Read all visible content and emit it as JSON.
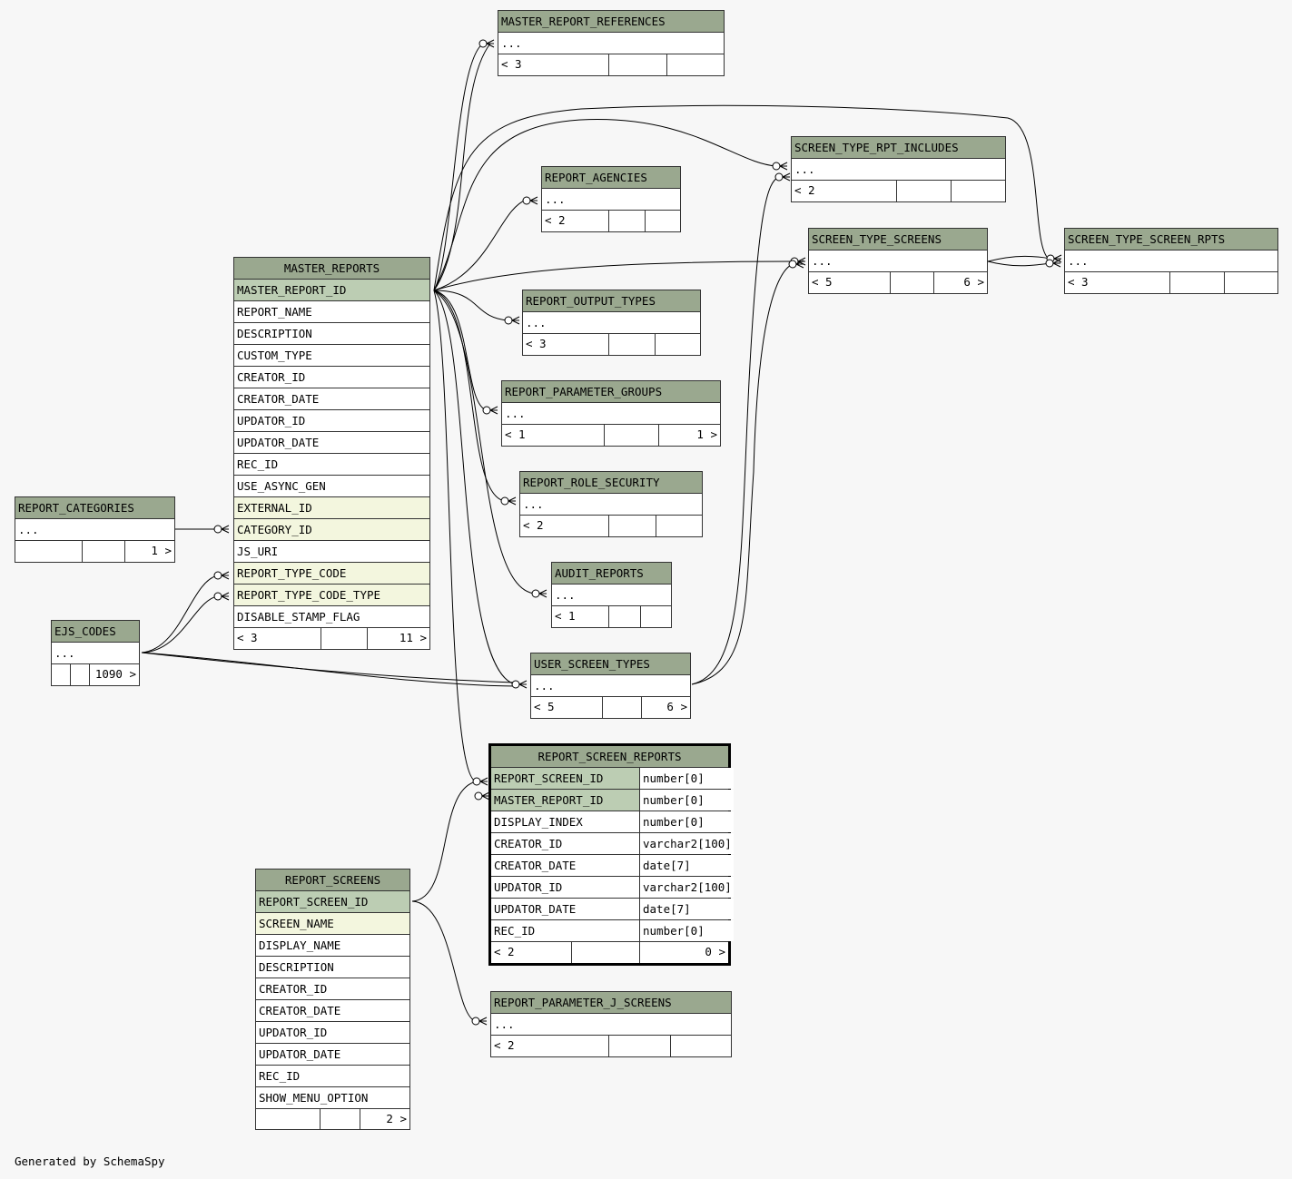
{
  "footer_text": "Generated by SchemaSpy",
  "tables": {
    "master_report_references": {
      "name": "MASTER_REPORT_REFERENCES",
      "rows": [
        "..."
      ],
      "footer": [
        "< 3",
        "",
        ""
      ]
    },
    "screen_type_rpt_includes": {
      "name": "SCREEN_TYPE_RPT_INCLUDES",
      "rows": [
        "..."
      ],
      "footer": [
        "< 2",
        "",
        ""
      ]
    },
    "report_agencies": {
      "name": "REPORT_AGENCIES",
      "rows": [
        "..."
      ],
      "footer": [
        "< 2",
        "",
        ""
      ]
    },
    "screen_type_screens": {
      "name": "SCREEN_TYPE_SCREENS",
      "rows": [
        "..."
      ],
      "footer": [
        "< 5",
        "",
        "6 >"
      ]
    },
    "screen_type_screen_rpts": {
      "name": "SCREEN_TYPE_SCREEN_RPTS",
      "rows": [
        "..."
      ],
      "footer": [
        "< 3",
        "",
        ""
      ]
    },
    "master_reports": {
      "name": "MASTER_REPORTS",
      "rows": [
        "MASTER_REPORT_ID",
        "REPORT_NAME",
        "DESCRIPTION",
        "CUSTOM_TYPE",
        "CREATOR_ID",
        "CREATOR_DATE",
        "UPDATOR_ID",
        "UPDATOR_DATE",
        "REC_ID",
        "USE_ASYNC_GEN",
        "EXTERNAL_ID",
        "CATEGORY_ID",
        "JS_URI",
        "REPORT_TYPE_CODE",
        "REPORT_TYPE_CODE_TYPE",
        "DISABLE_STAMP_FLAG"
      ],
      "footer": [
        "< 3",
        "",
        "11 >"
      ]
    },
    "report_output_types": {
      "name": "REPORT_OUTPUT_TYPES",
      "rows": [
        "..."
      ],
      "footer": [
        "< 3",
        "",
        ""
      ]
    },
    "report_parameter_groups": {
      "name": "REPORT_PARAMETER_GROUPS",
      "rows": [
        "..."
      ],
      "footer": [
        "< 1",
        "",
        "1 >"
      ]
    },
    "report_role_security": {
      "name": "REPORT_ROLE_SECURITY",
      "rows": [
        "..."
      ],
      "footer": [
        "< 2",
        "",
        ""
      ]
    },
    "report_categories": {
      "name": "REPORT_CATEGORIES",
      "rows": [
        "..."
      ],
      "footer": [
        "",
        "",
        "1 >"
      ]
    },
    "audit_reports": {
      "name": "AUDIT_REPORTS",
      "rows": [
        "..."
      ],
      "footer": [
        "< 1",
        "",
        ""
      ]
    },
    "ejs_codes": {
      "name": "EJS_CODES",
      "rows": [
        "..."
      ],
      "footer": [
        "",
        "",
        "1090 >"
      ]
    },
    "user_screen_types": {
      "name": "USER_SCREEN_TYPES",
      "rows": [
        "..."
      ],
      "footer": [
        "< 5",
        "",
        "6 >"
      ]
    },
    "report_screen_reports": {
      "name": "REPORT_SCREEN_REPORTS",
      "rows": [
        "REPORT_SCREEN_ID",
        "MASTER_REPORT_ID",
        "DISPLAY_INDEX",
        "CREATOR_ID",
        "CREATOR_DATE",
        "UPDATOR_ID",
        "UPDATOR_DATE",
        "REC_ID"
      ],
      "types": [
        "number[0]",
        "number[0]",
        "number[0]",
        "varchar2[100]",
        "date[7]",
        "varchar2[100]",
        "date[7]",
        "number[0]"
      ],
      "footer": [
        "< 2",
        "",
        "0 >"
      ]
    },
    "report_screens": {
      "name": "REPORT_SCREENS",
      "rows": [
        "REPORT_SCREEN_ID",
        "SCREEN_NAME",
        "DISPLAY_NAME",
        "DESCRIPTION",
        "CREATOR_ID",
        "CREATOR_DATE",
        "UPDATOR_ID",
        "UPDATOR_DATE",
        "REC_ID",
        "SHOW_MENU_OPTION"
      ],
      "footer": [
        "",
        "",
        "2 >"
      ]
    },
    "report_parameter_j_screens": {
      "name": "REPORT_PARAMETER_J_SCREENS",
      "rows": [
        "..."
      ],
      "footer": [
        "< 2",
        "",
        ""
      ]
    }
  },
  "colors": {
    "header": "#9aa88f",
    "primary_key": "#bccdb3",
    "foreign_key": "#f3f6de",
    "background": "#f7f7f7"
  }
}
